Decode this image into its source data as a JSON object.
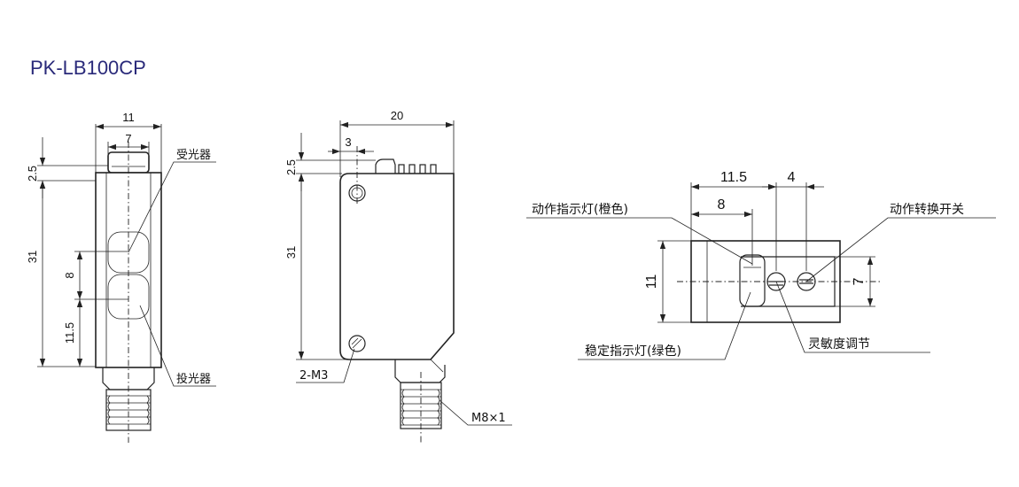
{
  "title": "PK-LB100CP",
  "front_view": {
    "dim_width": "11",
    "dim_window": "7",
    "dim_top": "2.5",
    "dim_height": "31",
    "dim_lens_pitch": "8",
    "dim_bottom": "11.5",
    "label_receiver": "受光器",
    "label_emitter": "投光器"
  },
  "side_view": {
    "dim_width": "20",
    "dim_offset": "3",
    "dim_top": "2.5",
    "dim_height": "31",
    "label_holes": "2-M3",
    "label_connector": "M8×1"
  },
  "top_view": {
    "dim_outer": "11.5",
    "dim_inner": "8",
    "dim_spacing": "4",
    "dim_height": "11",
    "dim_right": "7",
    "label_operation_led": "动作指示灯(橙色)",
    "label_mode_switch": "动作转换开关",
    "label_stable_led": "稳定指示灯(绿色)",
    "label_sensitivity": "灵敏度调节"
  }
}
